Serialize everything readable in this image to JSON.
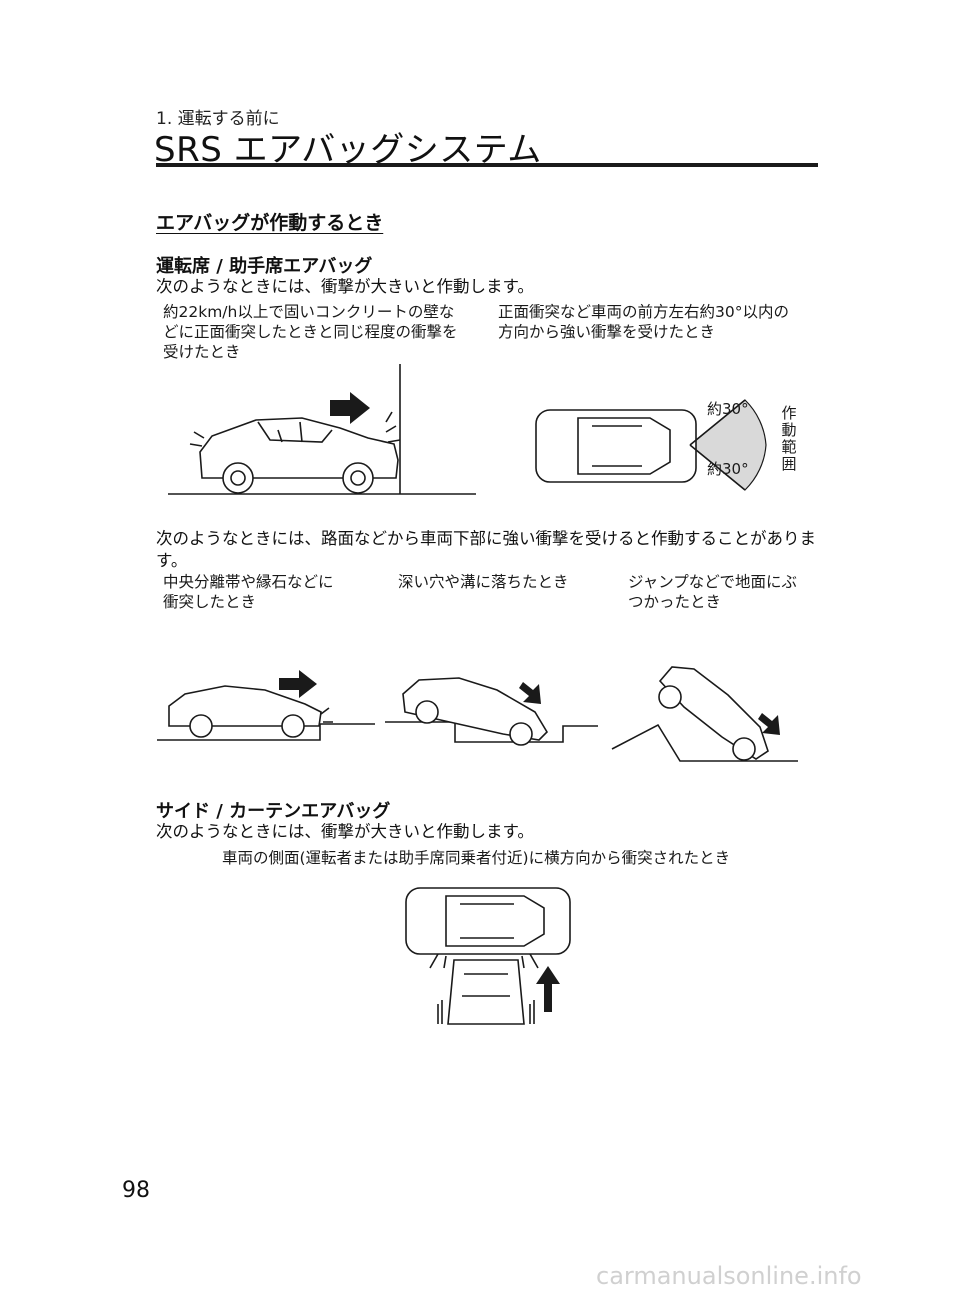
{
  "header": {
    "chapter": "1. 運転する前に",
    "title": "SRS エアバッグシステム"
  },
  "section": {
    "heading": "エアバッグが作動するとき",
    "front": {
      "heading": "運転席 / 助手席エアバッグ",
      "intro": "次のようなときには、衝撃が大きいと作動します。",
      "caption_left_1": "約22km/h以上で固いコンクリートの壁な",
      "caption_left_2": "どに正面衝突したときと同じ程度の衝撃を",
      "caption_left_3": "受けたとき",
      "caption_right_1": "正面衝突など車両の前方左右約30°以内の",
      "caption_right_2": "方向から強い衝撃を受けたとき",
      "angle_top": "約30°",
      "angle_bottom": "約30°",
      "range_label": [
        "作",
        "動",
        "範",
        "囲"
      ]
    },
    "underbody": {
      "intro_1": "次のようなときには、路面などから車両下部に強い衝撃を受けると作動することがありま",
      "intro_2": "す。",
      "cap1_1": "中央分離帯や縁石などに",
      "cap1_2": "衝突したとき",
      "cap2": "深い穴や溝に落ちたとき",
      "cap3_1": "ジャンプなどで地面にぶ",
      "cap3_2": "つかったとき"
    },
    "side": {
      "heading": "サイド / カーテンエアバッグ",
      "intro": "次のようなときには、衝撃が大きいと作動します。",
      "caption": "車両の側面(運転者または助手席同乗者付近)に横方向から衝突されたとき"
    }
  },
  "footer": {
    "page_number": "98",
    "watermark": "carmanualsonline.info"
  }
}
